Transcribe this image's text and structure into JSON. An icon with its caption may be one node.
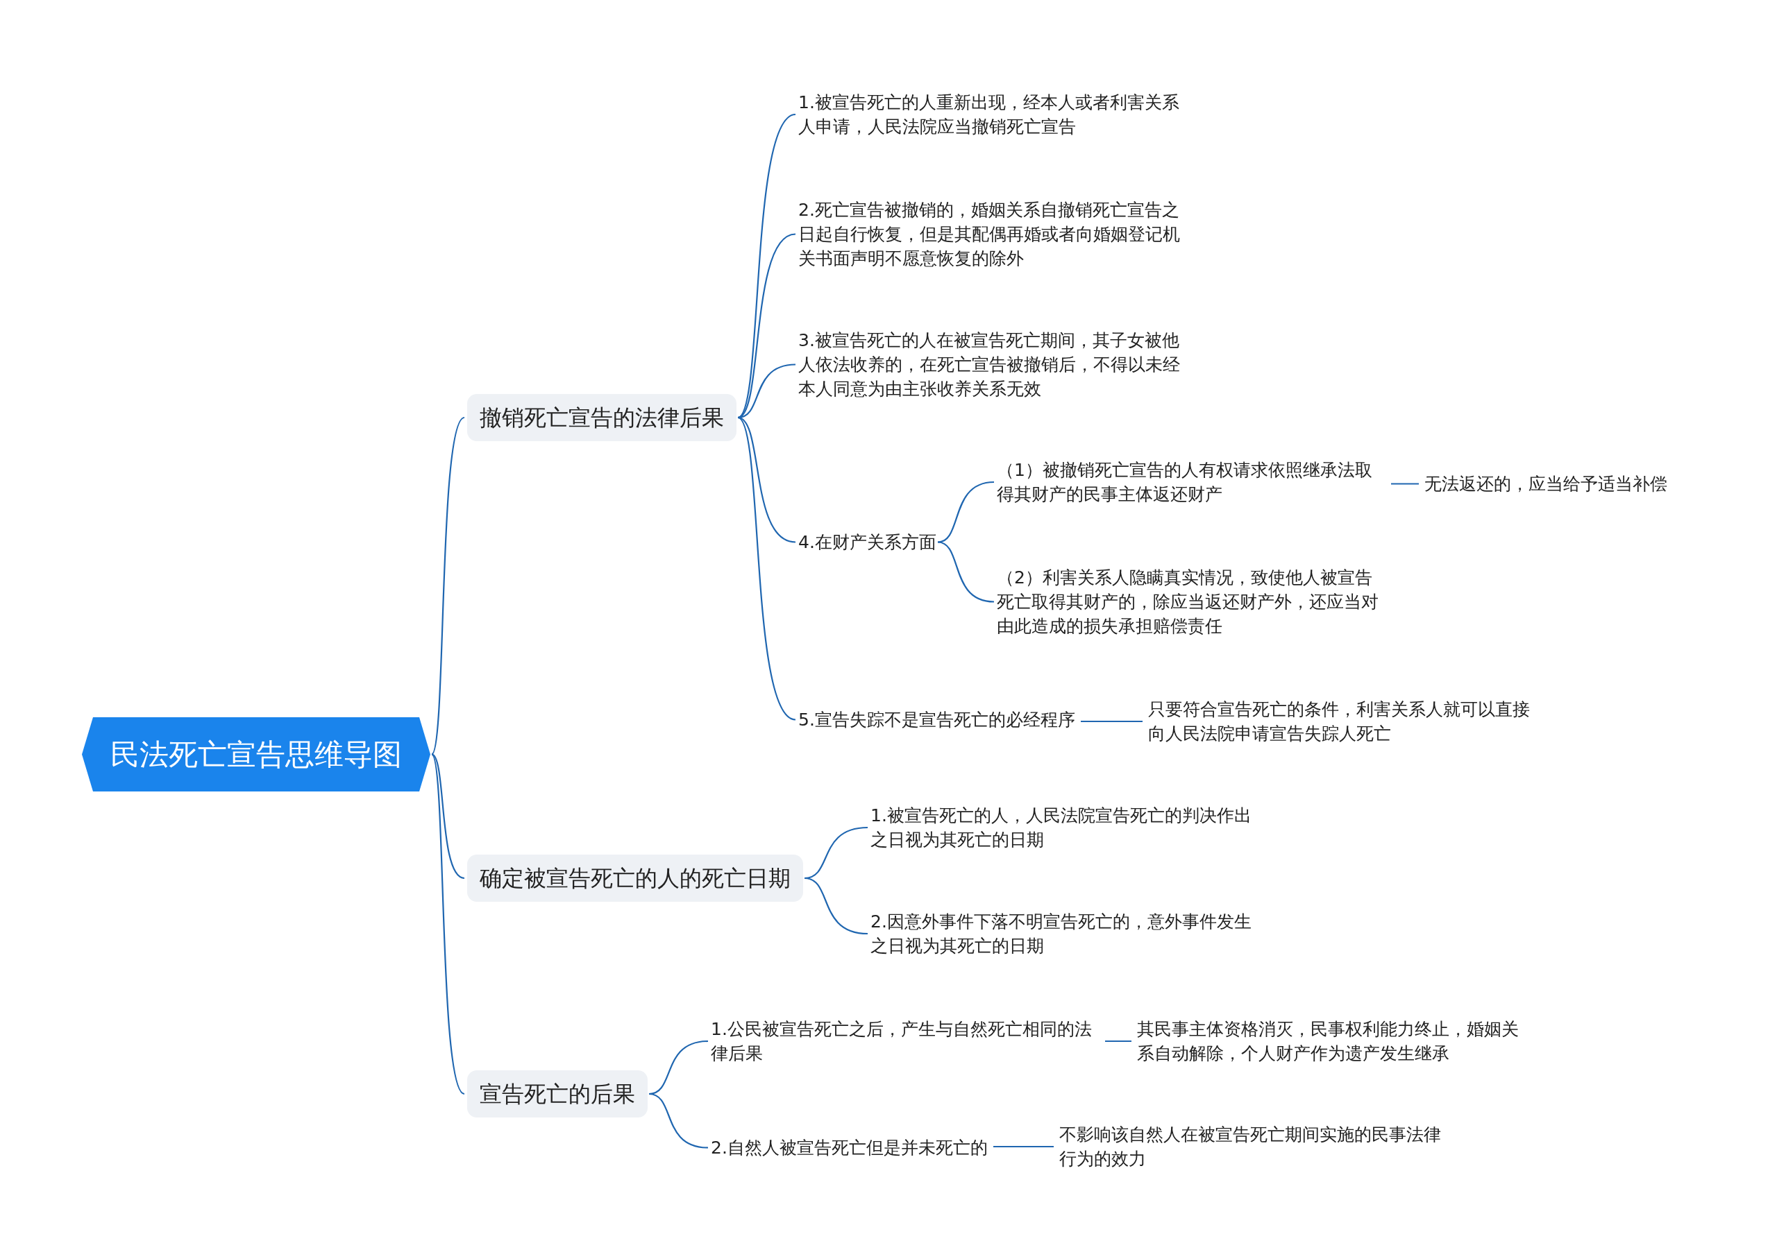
{
  "diagram": {
    "nodes": [
      {
        "text": [
          "民法死亡宣告思维导图"
        ]
      },
      {
        "text": [
          "撤销死亡宣告的法律后果"
        ]
      },
      {
        "text": [
          "1.被宣告死亡的人重新出现，经本人或者利害关系人申请，人民法院应当撤销死亡宣告"
        ]
      },
      {
        "text": [
          "2.死亡宣告被撤销的，婚姻关系自撤销死亡宣告之日起自行恢复，但是其配偶再婚或者向婚姻登记机关书面声明不愿意恢复的除外"
        ]
      },
      {
        "text": [
          "3.被宣告死亡的人在被宣告死亡期间，其子女被他人依法收养的，在死亡宣告被撤销后，不得以未经本人同意为由主张收养关系无效"
        ]
      },
      {
        "text": [
          "4.在财产关系方面"
        ]
      },
      {
        "text": [
          "（1）被撤销死亡宣告的人有权请求依照继承法取得其财产的民事主体返还财产"
        ]
      },
      {
        "text": [
          "无法返还的，应当给予适当补偿"
        ]
      },
      {
        "text": [
          "（2）利害关系人隐瞒真实情况，致使他人被宣告死亡取得其财产的，除应当返还财产外，还应当对由此造成的损失承担赔偿责任"
        ]
      },
      {
        "text": [
          "5.宣告失踪不是宣告死亡的必经程序"
        ]
      },
      {
        "text": [
          "只要符合宣告死亡的条件，利害关系人就可以直接向人民法院申请宣告失踪人死亡"
        ]
      },
      {
        "text": [
          "确定被宣告死亡的人的死亡日期"
        ]
      },
      {
        "text": [
          "1.被宣告死亡的人，人民法院宣告死亡的判决作出之日视为其死亡的日期"
        ]
      },
      {
        "text": [
          "2.因意外事件下落不明宣告死亡的，意外事件发生之日视为其死亡的日期"
        ]
      },
      {
        "text": [
          "宣告死亡的后果"
        ]
      },
      {
        "text": [
          "1.公民被宣告死亡之后，产生与自然死亡相同的法律后果"
        ]
      },
      {
        "text": [
          "其民事主体资格消灭，民事权利能力终止，婚姻关系自动解除，个人财产作为遗产发生继承"
        ]
      },
      {
        "text": [
          "2.自然人被宣告死亡但是并未死亡的"
        ]
      },
      {
        "text": [
          "不影响该自然人在被宣告死亡期间实施的民事法律行为的效力"
        ]
      }
    ],
    "edges": [
      {
        "from": 0,
        "to": 1,
        "arrow": "none"
      },
      {
        "from": 1,
        "to": 2,
        "arrow": "none"
      },
      {
        "from": 1,
        "to": 3,
        "arrow": "none"
      },
      {
        "from": 1,
        "to": 4,
        "arrow": "none"
      },
      {
        "from": 1,
        "to": 5,
        "arrow": "none"
      },
      {
        "from": 5,
        "to": 6,
        "arrow": "none"
      },
      {
        "from": 6,
        "to": 7,
        "arrow": "none"
      },
      {
        "from": 5,
        "to": 8,
        "arrow": "none"
      },
      {
        "from": 1,
        "to": 9,
        "arrow": "none"
      },
      {
        "from": 9,
        "to": 10,
        "arrow": "none"
      },
      {
        "from": 0,
        "to": 11,
        "arrow": "none"
      },
      {
        "from": 11,
        "to": 12,
        "arrow": "none"
      },
      {
        "from": 11,
        "to": 13,
        "arrow": "none"
      },
      {
        "from": 0,
        "to": 14,
        "arrow": "none"
      },
      {
        "from": 14,
        "to": 15,
        "arrow": "none"
      },
      {
        "from": 15,
        "to": 16,
        "arrow": "none"
      },
      {
        "from": 14,
        "to": 17,
        "arrow": "none"
      },
      {
        "from": 17,
        "to": 18,
        "arrow": "none"
      }
    ]
  }
}
